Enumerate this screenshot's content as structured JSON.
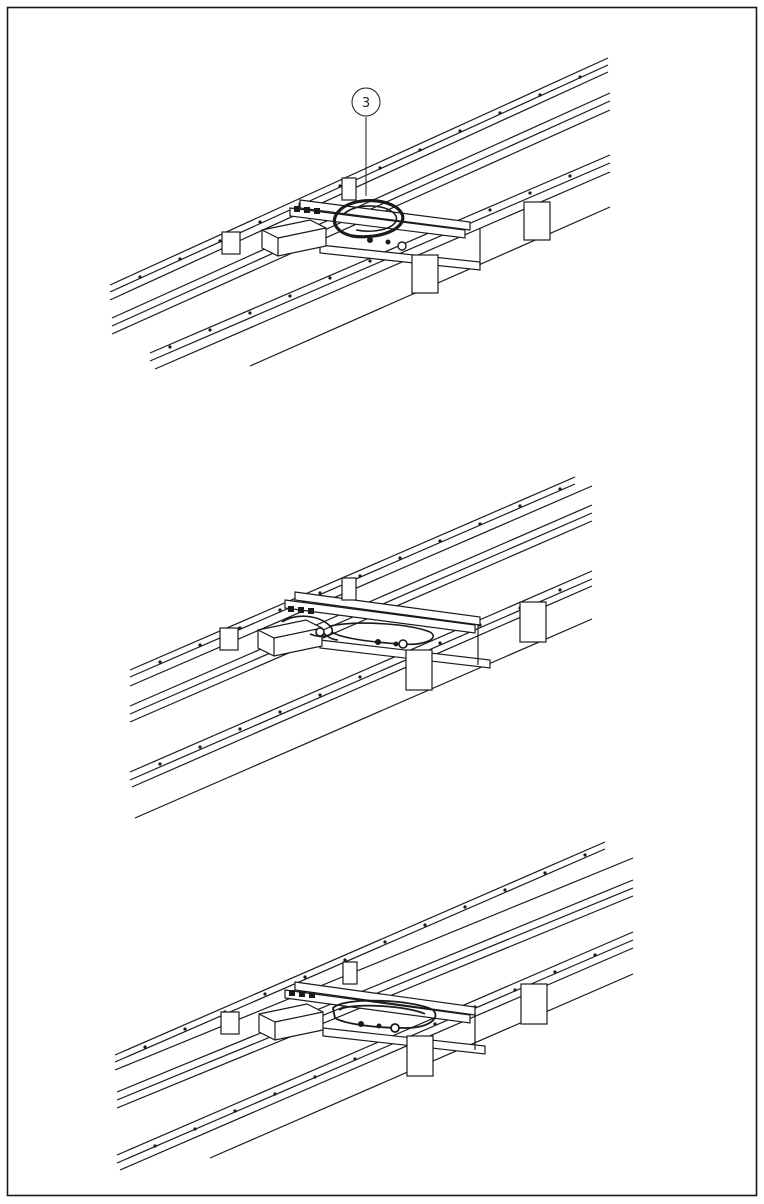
{
  "sheet": {
    "border_color": "#1a1a1a",
    "line_color": "#1a1a1a",
    "background": "#ffffff"
  },
  "steps": [
    {
      "callout": "3",
      "highlighted_part": "cable-loop",
      "highlight": true
    },
    {
      "callout": "",
      "highlighted_part": "cable-loop",
      "highlight": false
    },
    {
      "callout": "",
      "highlighted_part": "cable-loop",
      "highlight": false
    }
  ]
}
